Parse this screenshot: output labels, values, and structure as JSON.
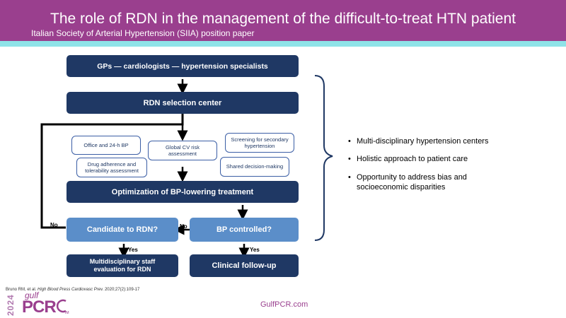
{
  "header": {
    "title": "The role of RDN in the management of the difficult-to-treat HTN patient",
    "subtitle": "Italian Society of Arterial Hypertension (SIIA) position paper"
  },
  "flow": {
    "specialists": "GPs — cardiologists — hypertension specialists",
    "selection_center": "RDN selection center",
    "office_bp": "Office and 24-h BP",
    "global_cv": "Global CV risk assessment",
    "screening": "Screening for secondary hypertension",
    "drug_adherence": "Drug adherence and tolerability assessment",
    "shared_decision": "Shared decision-making",
    "optimization": "Optimization of BP-lowering treatment",
    "candidate": "Candidate to RDN?",
    "bp_controlled": "BP controlled?",
    "multidisciplinary": "Multidisciplinary staff evaluation for RDN",
    "follow_up": "Clinical follow-up",
    "no_label": "No",
    "yes_label": "Yes"
  },
  "bullets": [
    "Multi-disciplinary hypertension centers",
    "Holistic approach to patient care",
    "Opportunity to address bias and socioeconomic disparities"
  ],
  "reference": {
    "authors": "Bruno RM, et al. ",
    "journal": "High Blood Press Cardiovasc Prev.",
    "details": " 2020;27(2):109-17"
  },
  "footer": {
    "url": "GulfPCR.com",
    "logo_year": "2024",
    "logo_gulf": "gulf",
    "logo_pcr": "PCR",
    "logo_im": "IM"
  },
  "colors": {
    "header": "#9a3f8e",
    "accent_band": "#8fe3e8",
    "dark_box": "#1f3864",
    "light_box": "#5b8ec9",
    "bracket": "#1f3864"
  }
}
